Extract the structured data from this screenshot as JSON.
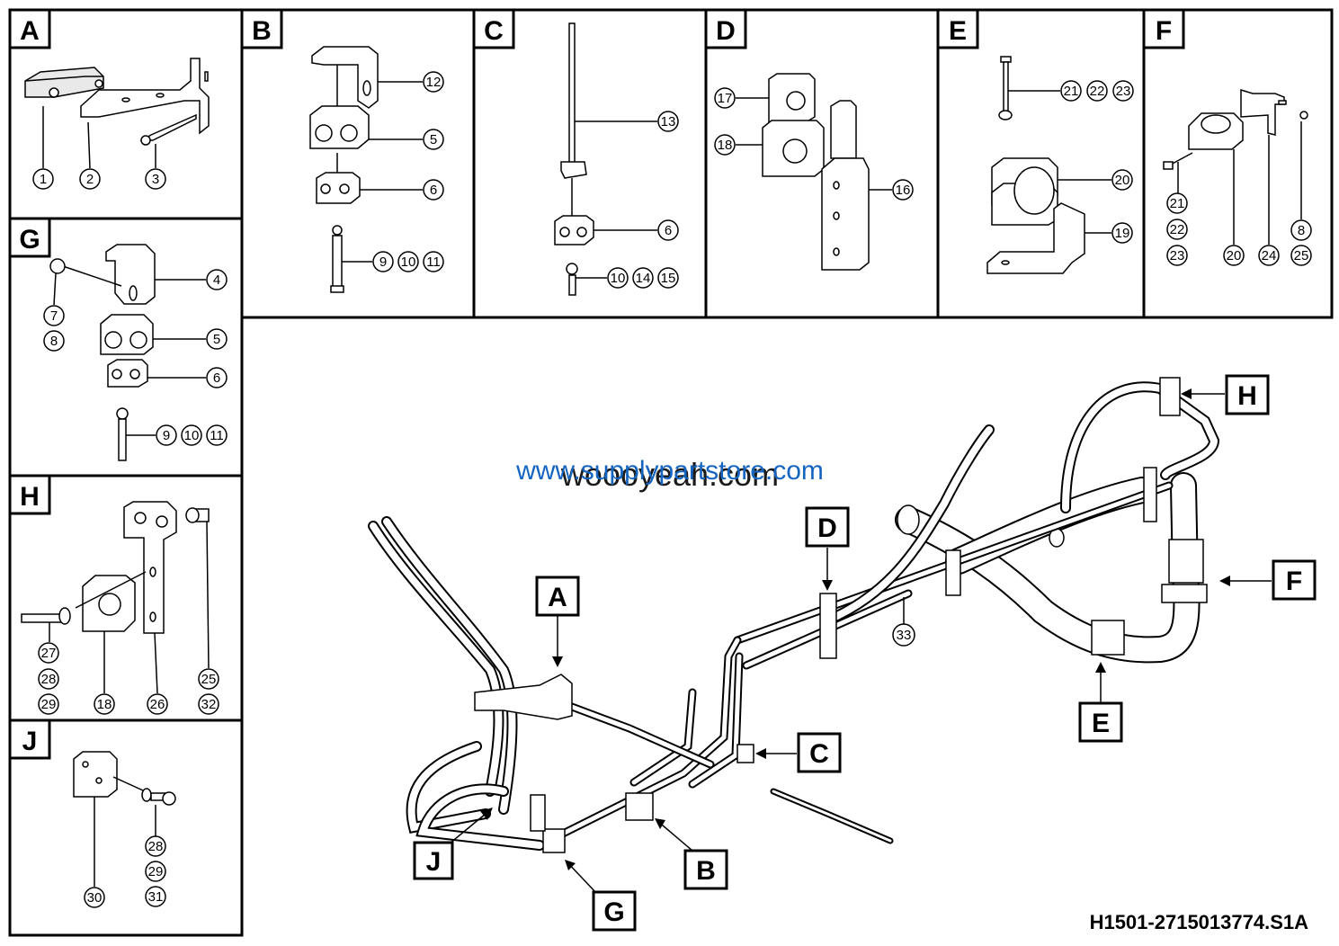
{
  "panels": {
    "A": {
      "label": "A",
      "callouts": [
        "1",
        "2",
        "3"
      ]
    },
    "B": {
      "label": "B",
      "callouts": [
        "12",
        "5",
        "6",
        "9",
        "10",
        "11"
      ]
    },
    "C": {
      "label": "C",
      "callouts": [
        "13",
        "6",
        "10",
        "14",
        "15"
      ]
    },
    "D": {
      "label": "D",
      "callouts": [
        "17",
        "18",
        "16"
      ]
    },
    "E": {
      "label": "E",
      "callouts": [
        "21",
        "22",
        "23",
        "20",
        "19"
      ]
    },
    "F": {
      "label": "F",
      "callouts": [
        "21",
        "22",
        "23",
        "20",
        "24",
        "8",
        "25"
      ]
    },
    "G": {
      "label": "G",
      "callouts": [
        "4",
        "7",
        "8",
        "5",
        "6",
        "9",
        "10",
        "11"
      ]
    },
    "H": {
      "label": "H",
      "callouts": [
        "27",
        "28",
        "29",
        "18",
        "26",
        "25",
        "32"
      ]
    },
    "J": {
      "label": "J",
      "callouts": [
        "30",
        "28",
        "29",
        "31"
      ]
    }
  },
  "main": {
    "callout_labels": [
      "H",
      "D",
      "F",
      "A",
      "E",
      "C",
      "J",
      "B",
      "G"
    ],
    "part_number": "33"
  },
  "watermark": {
    "primary": "woooyeah.com",
    "secondary": "www.supplypartstore.com"
  },
  "drawing_code": "H1501-2715013774.S1A"
}
